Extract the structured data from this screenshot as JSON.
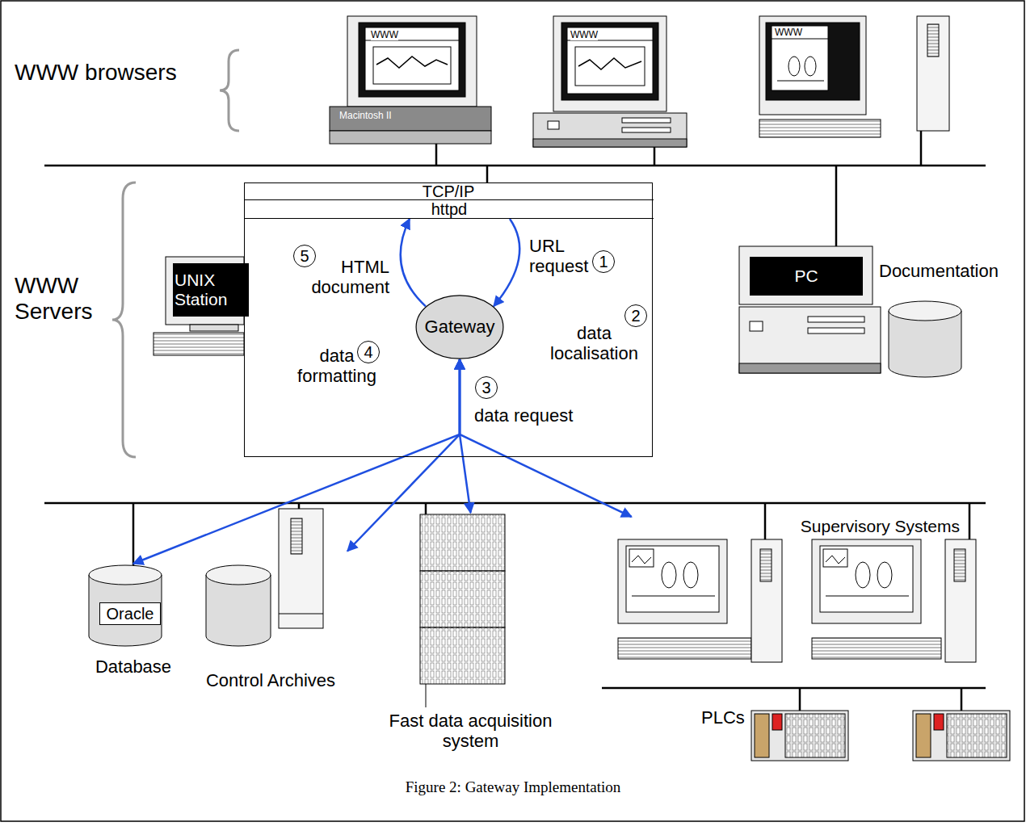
{
  "diagram": {
    "caption": "Figure 2: Gateway Implementation",
    "nodes": [
      {
        "text": [
          "TCP/IP"
        ]
      },
      {
        "text": [
          "httpd"
        ],
        "in": 0
      },
      {
        "text": [
          "Gateway"
        ],
        "in": 0
      },
      {
        "text": [
          "1"
        ],
        "in": 0
      },
      {
        "text": [
          "2"
        ],
        "in": 0
      },
      {
        "text": [
          "3"
        ],
        "in": 0
      },
      {
        "text": [
          "4"
        ],
        "in": 0
      },
      {
        "text": [
          "5"
        ],
        "in": 0
      },
      {
        "text": [
          "UNIX Station"
        ]
      },
      {
        "text": [
          "PC"
        ]
      },
      {
        "text": [
          "Database"
        ]
      },
      {
        "text": [
          "Oracle"
        ],
        "in": 10
      },
      {
        "text": [
          "Control Archives"
        ]
      },
      {
        "text": [
          "Fast data acquisition system"
        ]
      },
      {
        "text": [
          "Supervisory Systems"
        ]
      }
    ],
    "edges": [
      {
        "from": 1,
        "to": 2,
        "label": "URL request",
        "arrow": "to"
      },
      {
        "from": 2,
        "to": 1,
        "label": "HTML document",
        "arrow": "to"
      },
      {
        "from": 2,
        "to": 10,
        "arrow": "both"
      },
      {
        "from": 2,
        "to": 12,
        "arrow": "both"
      },
      {
        "from": 2,
        "to": 13,
        "arrow": "both"
      },
      {
        "from": 2,
        "to": 14,
        "arrow": "both"
      }
    ],
    "labels": [
      "WWW browsers",
      "WWW Servers",
      "WWW",
      "WWW",
      "WWW",
      "Macintosh II",
      "Documentation",
      "data localisation",
      "data formatting",
      "data request",
      "PLCs"
    ]
  }
}
